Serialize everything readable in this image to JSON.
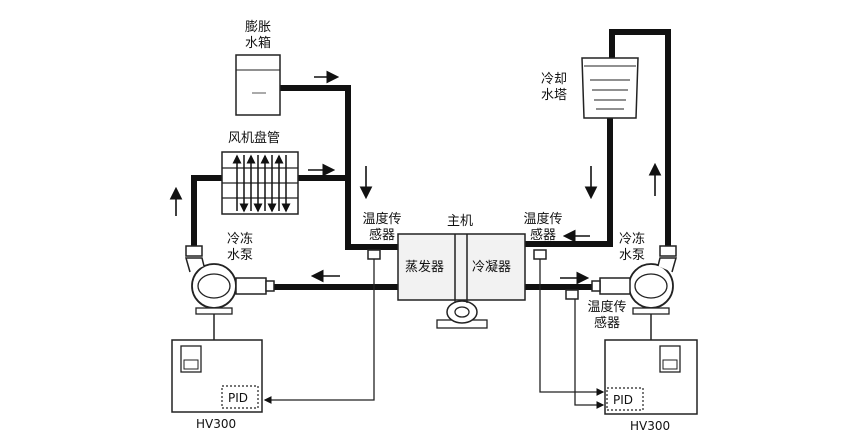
{
  "labels": {
    "expansion_tank": [
      "膨胀",
      "水箱"
    ],
    "cooling_tower": [
      "冷却",
      "水塔"
    ],
    "fan_coil": "风机盘管",
    "main_unit": "主机",
    "evaporator": "蒸发器",
    "condenser": "冷凝器",
    "temp_sensor_left": [
      "温度传",
      "感器"
    ],
    "temp_sensor_right": [
      "温度传",
      "感器"
    ],
    "temp_sensor_bottom": [
      "温度传",
      "感器"
    ],
    "chilled_pump_left": [
      "冷冻",
      "水泵"
    ],
    "chilled_pump_right": [
      "冷冻",
      "水泵"
    ],
    "pid_left": "PID",
    "pid_right": "PID",
    "hv_left": "HV300",
    "hv_right": "HV300"
  },
  "colors": {
    "pipe": "#111111",
    "outline": "#222222",
    "fill": "#ffffff",
    "unit_fill": "#f2f2f2"
  }
}
